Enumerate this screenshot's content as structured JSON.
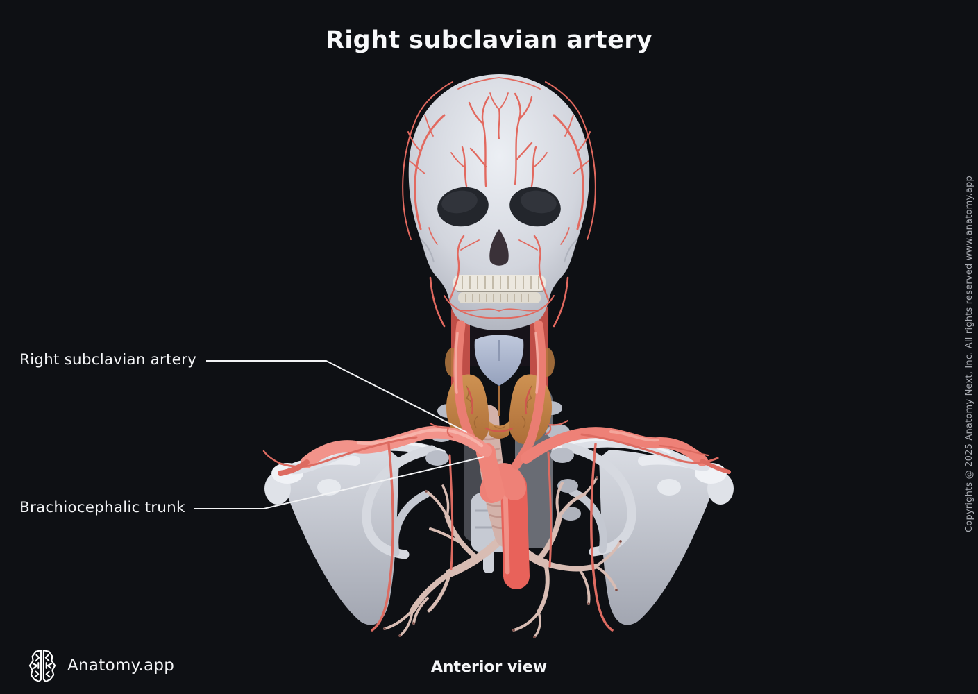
{
  "header": {
    "title": "Right subclavian artery"
  },
  "annotations": [
    {
      "text": "Right subclavian artery"
    },
    {
      "text": "Brachiocephalic trunk"
    }
  ],
  "footer": {
    "brand_name": "Anatomy.app",
    "view_label": "Anterior view"
  },
  "copyright": {
    "text": "Copyrights @ 2025 Anatomy Next, Inc. All rights reserved www.anatomy.app"
  },
  "icons": {
    "brand_logo": "brain-logo-icon"
  },
  "colors": {
    "background": "#0E1014",
    "text_primary": "#F4F5F7",
    "copyright_text": "#ABAEB5",
    "artery_accent": "#EE8177",
    "artery_deep": "#D6655C",
    "artery_thin": "#DD6B61",
    "bone_light": "#E9ECF1",
    "bone_mid": "#C9CCD4",
    "bone_shadow": "#A6AAB5",
    "thyroid_gland": "#C28347",
    "larynx_cartilage": "#B3BDD3",
    "trachea": "#D3B2AA",
    "bronchi": "#D8BCB3",
    "deep_muscle": "#BF4E47",
    "leader_line": "#F2F3F5"
  }
}
